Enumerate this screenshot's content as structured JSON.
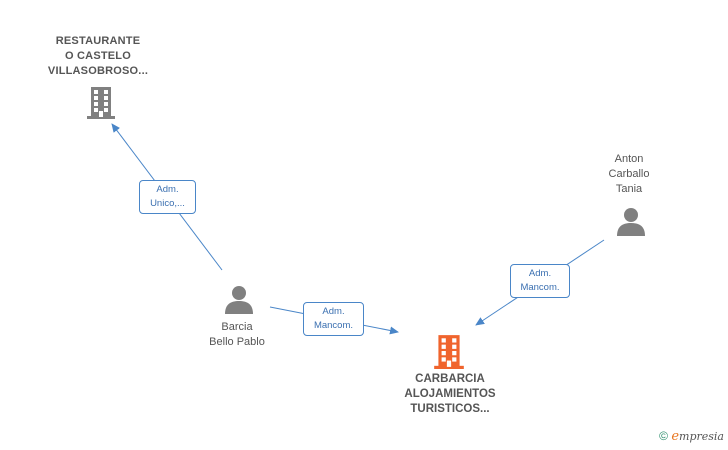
{
  "nodes": {
    "restaurante": {
      "label": "RESTAURANTE\nO CASTELO\nVILLASOBROSO..."
    },
    "barcia": {
      "label": "Barcia\nBello Pablo"
    },
    "anton": {
      "label": "Anton\nCarballo\nTania"
    },
    "carbarcia": {
      "label": "CARBARCIA\nALOJAMIENTOS\nTURISTICOS..."
    }
  },
  "edges": {
    "barcia_restaurante": {
      "label": "Adm.\nUnico,..."
    },
    "barcia_carbarcia": {
      "label": "Adm.\nMancom."
    },
    "anton_carbarcia": {
      "label": "Adm.\nMancom."
    }
  },
  "colors": {
    "edge": "#4a86c8",
    "company_icon": "#808080",
    "focus_icon": "#f0642d",
    "person_icon": "#808080"
  },
  "footer": {
    "copyright": "©",
    "brand_initial": "e",
    "brand_rest": "mpresia"
  }
}
